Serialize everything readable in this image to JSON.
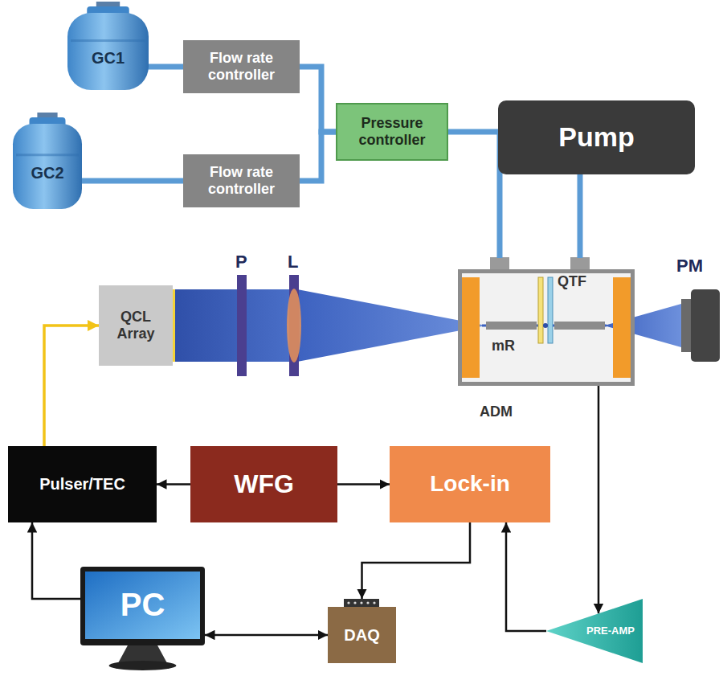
{
  "diagram": {
    "nodes": [
      {
        "text": [
          "GC1"
        ]
      },
      {
        "text": [
          "Flow rate controller"
        ]
      },
      {
        "text": [
          "Pressure controller"
        ]
      },
      {
        "text": [
          "Pump"
        ]
      },
      {
        "text": [
          "GC2"
        ]
      },
      {
        "text": [
          "Flow rate controller"
        ]
      },
      {
        "text": [
          "QCL Array"
        ]
      },
      {
        "text": [
          "ADM"
        ]
      },
      {
        "text": [
          "PM"
        ]
      },
      {
        "text": [
          "Pulser/TEC"
        ]
      },
      {
        "text": [
          "WFG"
        ]
      },
      {
        "text": [
          "Lock-in"
        ]
      },
      {
        "text": [
          "PC"
        ]
      },
      {
        "text": [
          "DAQ"
        ]
      },
      {
        "text": [
          "PRE-AMP"
        ]
      }
    ],
    "edges": [
      {
        "from": 0,
        "to": 1,
        "arrow": "none"
      },
      {
        "from": 4,
        "to": 5,
        "arrow": "none"
      },
      {
        "from": 1,
        "to": 2,
        "arrow": "none"
      },
      {
        "from": 5,
        "to": 2,
        "arrow": "none"
      },
      {
        "from": 2,
        "to": 7,
        "arrow": "none"
      },
      {
        "from": 3,
        "to": 7,
        "arrow": "none"
      },
      {
        "from": 9,
        "to": 6,
        "arrow": "to"
      },
      {
        "from": 10,
        "to": 9,
        "arrow": "to"
      },
      {
        "from": 10,
        "to": 11,
        "arrow": "to"
      },
      {
        "from": 11,
        "to": 13,
        "arrow": "to"
      },
      {
        "from": 12,
        "to": 9,
        "arrow": "to"
      },
      {
        "from": 12,
        "to": 13,
        "arrow": "both"
      },
      {
        "from": 7,
        "to": 14,
        "arrow": "to"
      },
      {
        "from": 14,
        "to": 11,
        "arrow": "to"
      }
    ],
    "labels": [
      "P",
      "L",
      "QTF",
      "mR"
    ]
  }
}
